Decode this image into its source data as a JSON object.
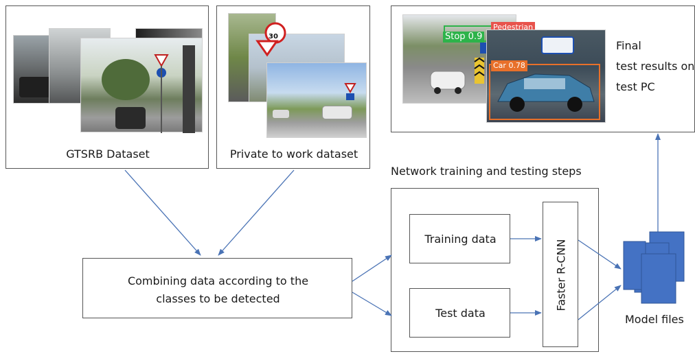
{
  "diagram": {
    "gtsrb_label": "GTSRB Dataset",
    "private_label": "Private to work dataset",
    "network_section_title": "Network training and testing steps",
    "combine_text": "Combining data according to the classes to be detected",
    "training_label": "Training data",
    "test_label": "Test data",
    "model_label": "Faster R-CNN",
    "model_files_label": "Model files",
    "final_line1": "Final",
    "final_line2": "test results on",
    "final_line3": "test PC",
    "det_stop": "Stop 0.9",
    "det_pedestrian": "Pedestrian",
    "det_car": "Car 0.78",
    "sign_30": "30"
  },
  "colors": {
    "arrow": "#4a73b5",
    "file_fill": "#4472c4",
    "file_stroke": "#2f5597",
    "box_border": "#555555",
    "stop_green": "#2db34a",
    "car_orange": "#e8702a"
  }
}
